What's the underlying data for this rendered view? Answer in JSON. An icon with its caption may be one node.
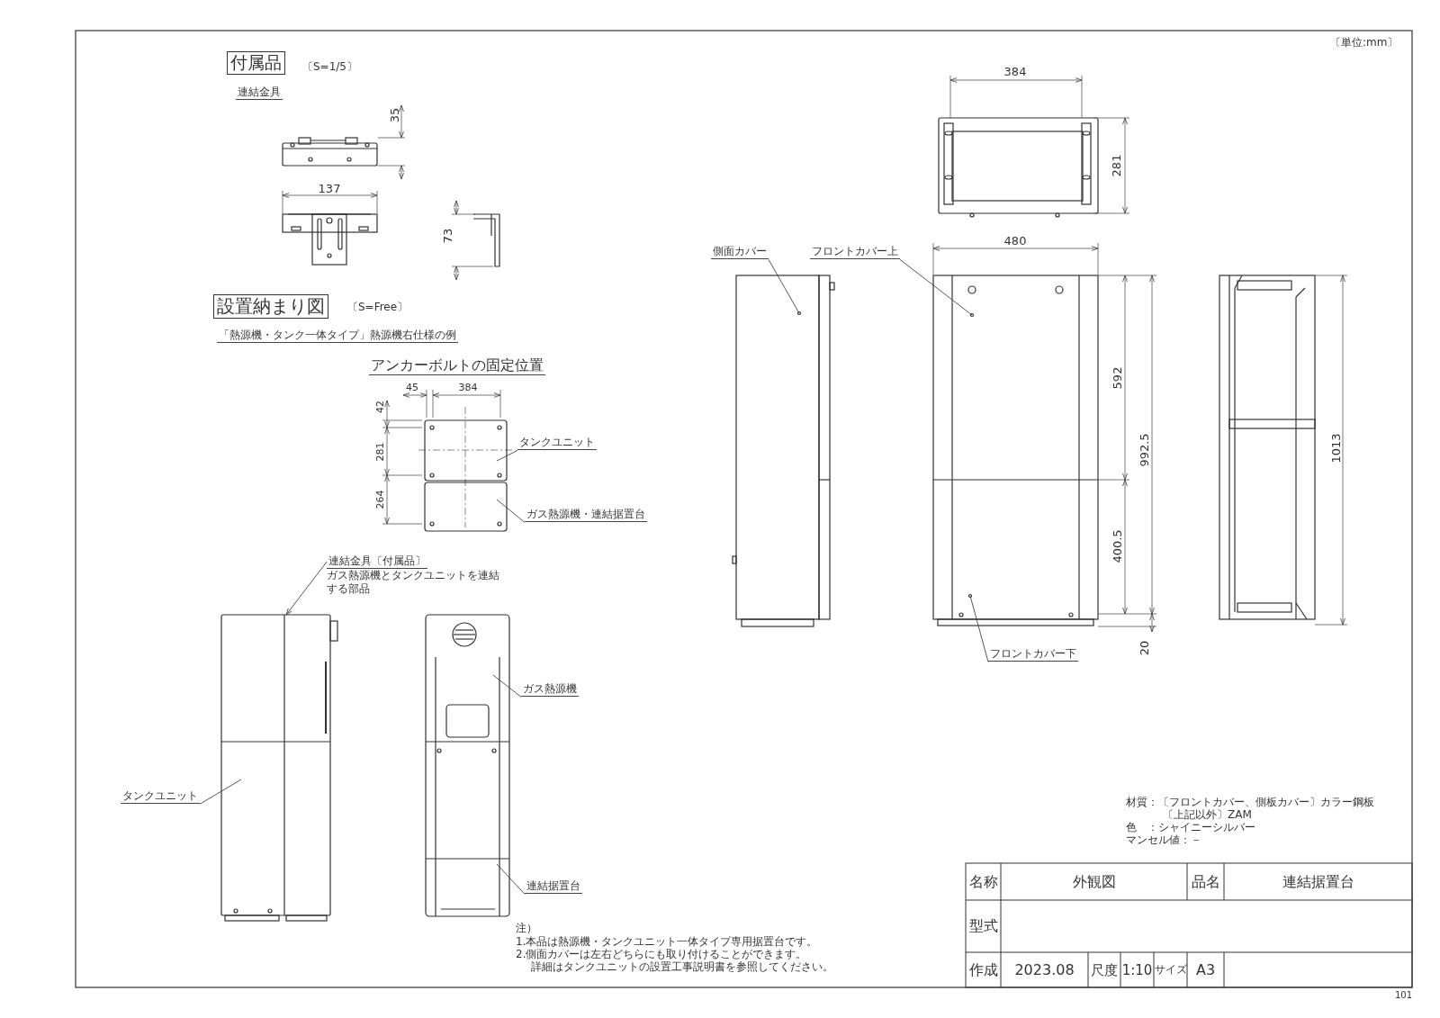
{
  "diagram": {
    "nodes": [
      {
        "text": [
          "付属品"
        ],
        "beside": [
          "〔S=1/5〕"
        ]
      },
      {
        "text": [
          "設置納まり図"
        ],
        "beside": [
          "〔S=Free〕"
        ]
      },
      {
        "text": [
          "タンクユニット"
        ]
      },
      {
        "text": [
          "ガス熱源機・連結据置台"
        ]
      },
      {
        "text": [
          "連結金具〔付属品〕",
          "ガス熱源機とタンクユニットを連結する部品"
        ]
      },
      {
        "text": [
          "タンクユニット"
        ]
      },
      {
        "text": [
          "ガス熱源機"
        ]
      },
      {
        "text": [
          "連結据置台"
        ]
      },
      {
        "text": [
          "側面カバー"
        ]
      },
      {
        "text": [
          "フロントカバー上"
        ]
      },
      {
        "text": [
          "フロントカバー下"
        ]
      },
      {
        "text": [],
        "shape": "picture"
      }
    ],
    "edges": [
      {
        "from": 2,
        "to": null,
        "arrow": "none"
      },
      {
        "from": 3,
        "to": null,
        "arrow": "none"
      },
      {
        "from": 4,
        "to": 11,
        "arrow": "to"
      },
      {
        "from": 5,
        "to": 11,
        "arrow": "none"
      },
      {
        "from": 6,
        "to": null,
        "arrow": "none"
      },
      {
        "from": 7,
        "to": null,
        "arrow": "none"
      },
      {
        "from": 8,
        "to": null,
        "arrow": "none"
      },
      {
        "from": 9,
        "to": null,
        "arrow": "none"
      },
      {
        "from": 10,
        "to": null,
        "arrow": "none"
      }
    ],
    "labels": [
      "〔単位:mm〕",
      "連結金具",
      "35",
      "137",
      "73",
      "「熱源機・タンク一体タイプ」熱源機右仕様の例",
      "アンカーボルトの固定位置",
      "45",
      "384",
      "42",
      "281",
      "264",
      "384",
      "281",
      "480",
      "592",
      "992.5",
      "400.5",
      "20",
      "1013",
      "材質：〔フロントカバー、側板カバー〕カラー鋼板",
      "〔上記以外〕ZAM",
      "色　：シャイニーシルバー",
      "マンセル値：－",
      "注）",
      "1.本品は熱源機・タンクユニット一体タイプ専用据置台です。",
      "2.側面カバーは左右どちらにも取り付けることができます。",
      "詳細はタンクユニットの設置工事説明書を参照してください。",
      "名称",
      "外観図",
      "品名",
      "連結据置台",
      "型式",
      "作成",
      "2023.08",
      "尺度",
      "1:10",
      "サイズ",
      "A3",
      "101"
    ]
  }
}
